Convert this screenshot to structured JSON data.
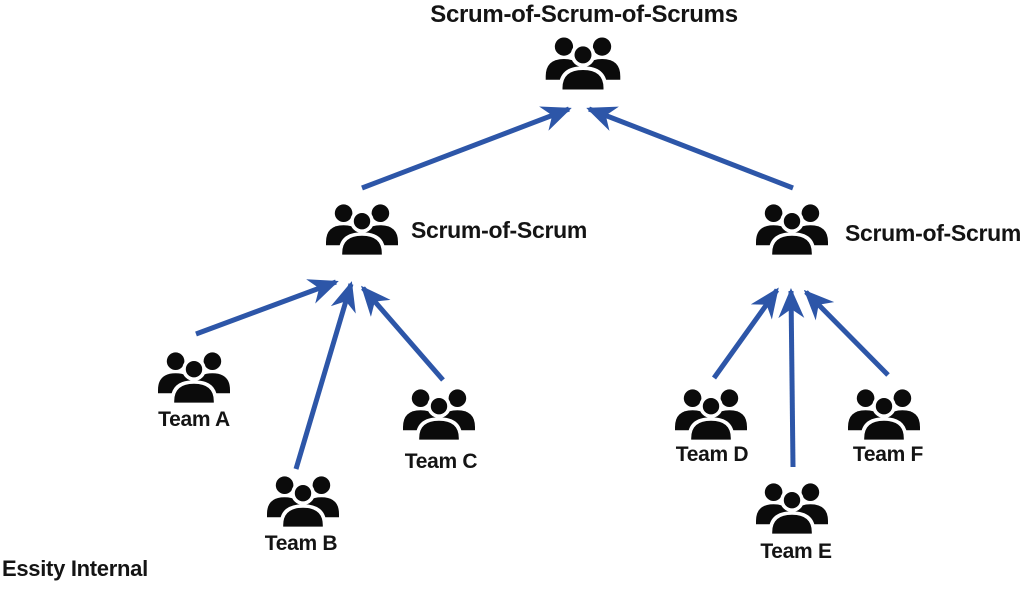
{
  "title": "Scrum-of-Scrum-of-Scrums",
  "nodes": {
    "top": {
      "id": "scrum-of-scrum-of-scrums",
      "icon": "people-group-icon"
    },
    "sos_left": {
      "id": "sos-left",
      "label": "Scrum-of-Scrum",
      "icon": "people-group-icon"
    },
    "sos_right": {
      "id": "sos-right",
      "label": "Scrum-of-Scrum",
      "icon": "people-group-icon"
    },
    "teams": [
      {
        "id": "team-a",
        "label": "Team A",
        "icon": "people-group-icon",
        "reports_to": "sos-left"
      },
      {
        "id": "team-b",
        "label": "Team B",
        "icon": "people-group-icon",
        "reports_to": "sos-left"
      },
      {
        "id": "team-c",
        "label": "Team C",
        "icon": "people-group-icon",
        "reports_to": "sos-left"
      },
      {
        "id": "team-d",
        "label": "Team D",
        "icon": "people-group-icon",
        "reports_to": "sos-right"
      },
      {
        "id": "team-e",
        "label": "Team E",
        "icon": "people-group-icon",
        "reports_to": "sos-right"
      },
      {
        "id": "team-f",
        "label": "Team F",
        "icon": "people-group-icon",
        "reports_to": "sos-right"
      }
    ]
  },
  "edges": [
    {
      "from": "sos-left",
      "to": "scrum-of-scrum-of-scrums"
    },
    {
      "from": "sos-right",
      "to": "scrum-of-scrum-of-scrums"
    },
    {
      "from": "team-a",
      "to": "sos-left"
    },
    {
      "from": "team-b",
      "to": "sos-left"
    },
    {
      "from": "team-c",
      "to": "sos-left"
    },
    {
      "from": "team-d",
      "to": "sos-right"
    },
    {
      "from": "team-e",
      "to": "sos-right"
    },
    {
      "from": "team-f",
      "to": "sos-right"
    }
  ],
  "footer": "Essity Internal",
  "colors": {
    "arrow": "#2d56a8",
    "icon": "#0b0b0b",
    "text": "#141414"
  }
}
